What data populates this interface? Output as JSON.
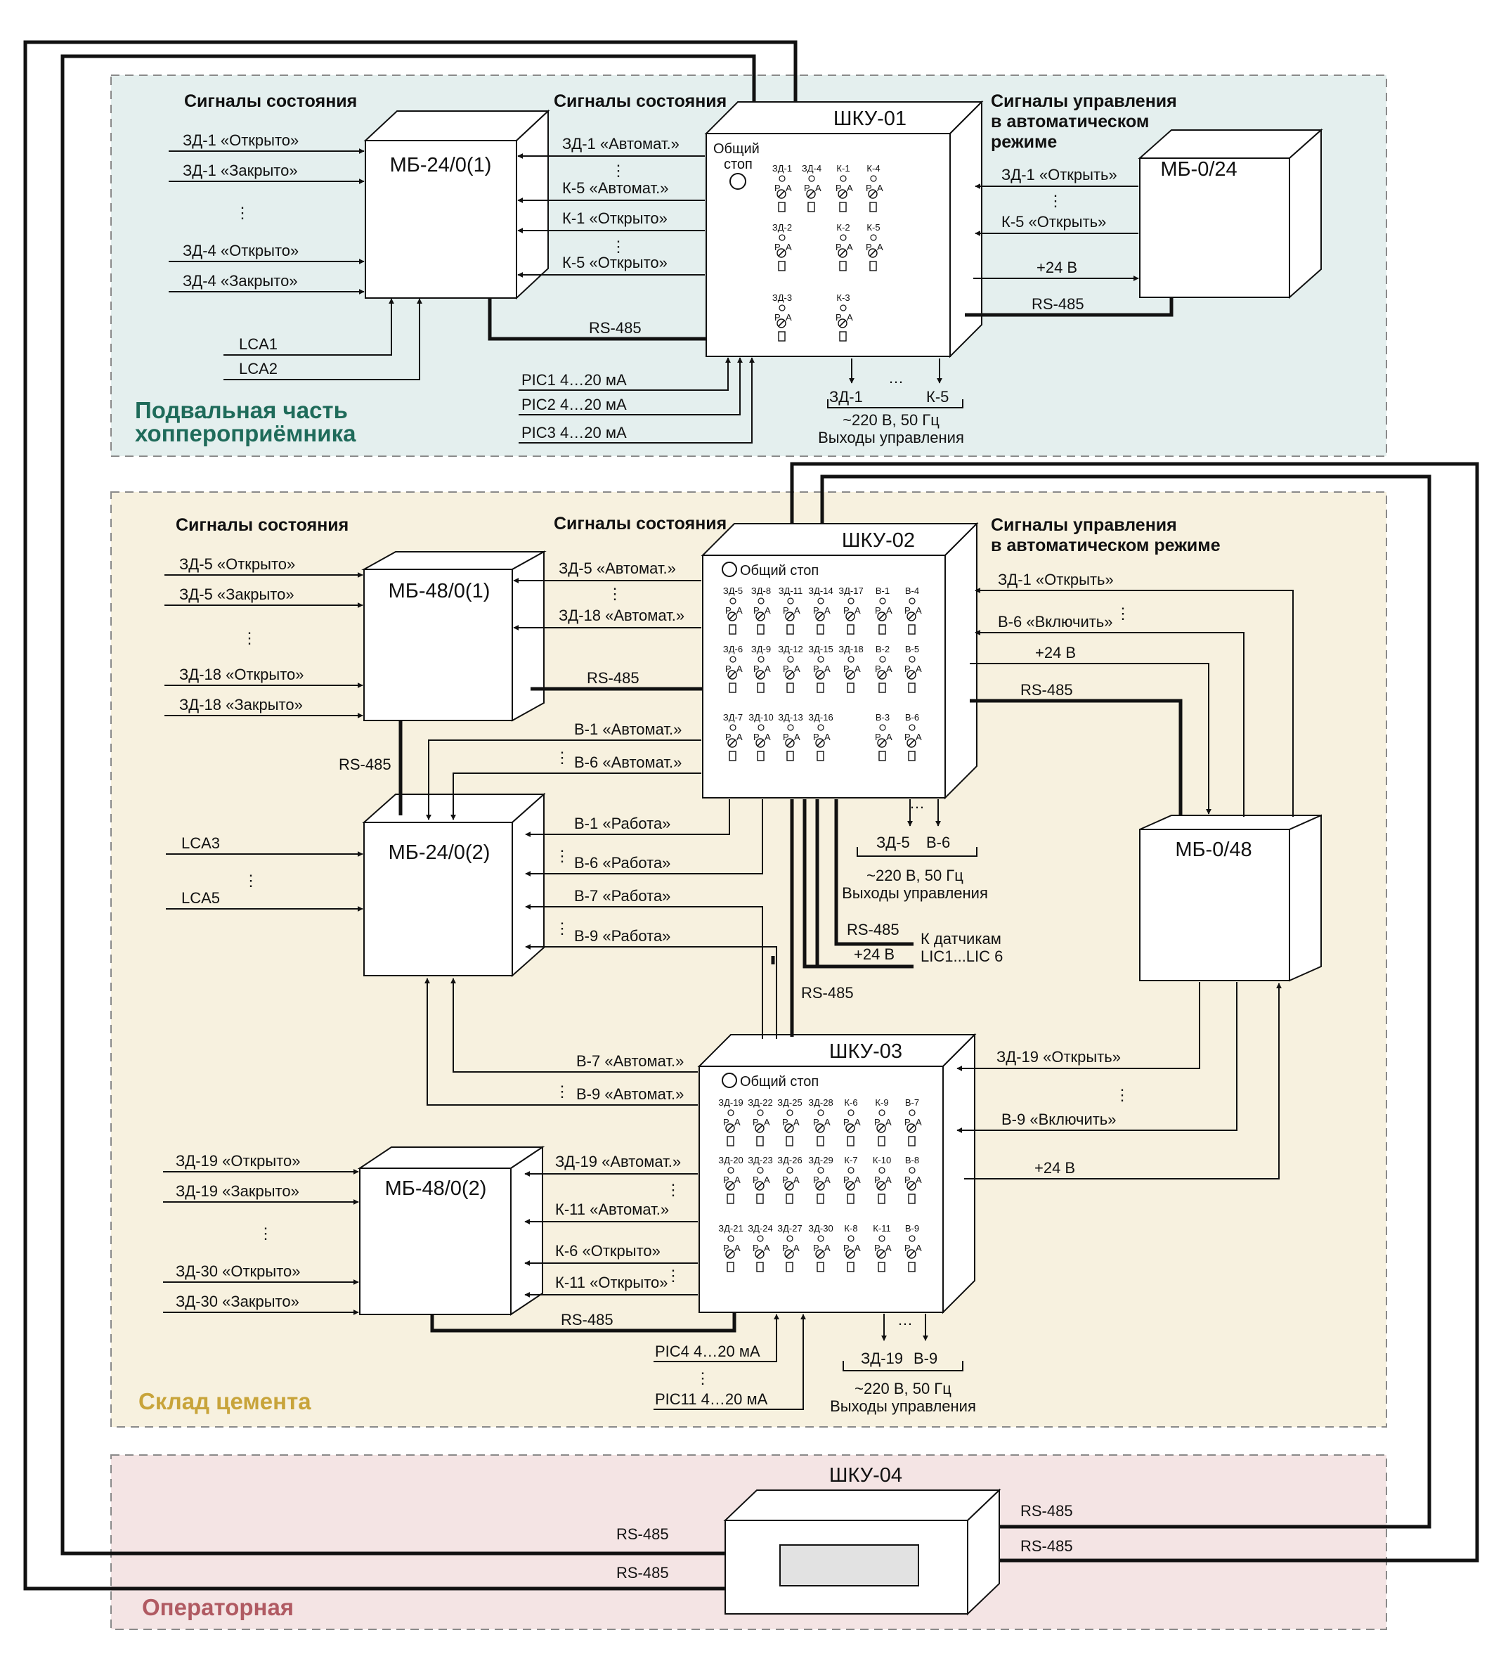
{
  "zones": {
    "basement_title_line1": "Подвальная часть",
    "basement_title_line2": "хоппероприёмника",
    "cement_title": "Склад цемента",
    "operator_title": "Операторная"
  },
  "colors": {
    "basement_bg": "#e4efee",
    "cement_bg": "#f7f1df",
    "operator_bg": "#f4e4e4",
    "basement_title": "#1f6b5a",
    "cement_title": "#c8a43a",
    "operator_title": "#b05a62"
  },
  "blocks": {
    "shku01": "ШКУ-01",
    "shku02": "ШКУ-02",
    "shku03": "ШКУ-03",
    "shku04": "ШКУ-04",
    "mb24_1": "МБ-24/0(1)",
    "mb0_24": "МБ-0/24",
    "mb48_1": "МБ-48/0(1)",
    "mb24_2": "МБ-24/0(2)",
    "mb0_48": "МБ-0/48",
    "mb48_2": "МБ-48/0(2)"
  },
  "headers": {
    "state_signals": "Сигналы состояния",
    "control_signals_line1": "Сигналы управления",
    "control_signals_line2": "в автоматическом",
    "control_signals_line3": "режиме",
    "control_signals_02_line2": "в автоматическом режиме"
  },
  "common": {
    "emergency_stop_line1": "Общий",
    "emergency_stop_line2": "стоп",
    "emergency_stop": "Общий стоп",
    "rs485": "RS-485",
    "plus24": "+24 В",
    "mains": "~220 В, 50 Гц",
    "outputs": "Выходы управления",
    "to_sensors_line1": "К датчикам",
    "to_sensors_line2": "LIC1...LIC  6"
  },
  "shku01": {
    "inputs_left": [
      "ЗД-1 «Открыто»",
      "ЗД-1 «Закрыто»",
      "ЗД-4 «Открыто»",
      "ЗД-4 «Закрыто»"
    ],
    "lca": [
      "LCA1",
      "LCA2"
    ],
    "to_mb": [
      "ЗД-1 «Автомат.»",
      "К-5 «Автомат.»",
      "К-1 «Открыто»",
      "К-5 «Открыто»"
    ],
    "pic": [
      "PIC1 4…20 мА",
      "PIC2 4…20 мА",
      "PIC3 4…20 мА"
    ],
    "from_mb0": [
      "ЗД-1 «Открыть»",
      "К-5 «Открыть»"
    ],
    "outputs": [
      "ЗД-1",
      "К-5"
    ],
    "panel_labels": [
      "ЗД-1",
      "ЗД-4",
      "К-1",
      "К-4",
      "ЗД-2",
      "К-2",
      "К-5",
      "ЗД-3",
      "К-3"
    ]
  },
  "shku02": {
    "inputs_left": [
      "ЗД-5 «Открыто»",
      "ЗД-5 «Закрыто»",
      "ЗД-18 «Открыто»",
      "ЗД-18 «Закрыто»"
    ],
    "to_mb48": [
      "ЗД-5 «Автомат.»",
      "ЗД-18 «Автомат.»"
    ],
    "to_mb24": [
      "В-1 «Автомат.»",
      "В-6 «Автомат.»",
      "В-1 «Работа»",
      "В-6 «Работа»",
      "В-7 «Работа»",
      "В-9 «Работа»"
    ],
    "lca": [
      "LCA3",
      "LCA5"
    ],
    "from_mb0": [
      "ЗД-1 «Открыть»",
      "В-6 «Включить»"
    ],
    "outputs": [
      "ЗД-5",
      "В-6"
    ],
    "panel_labels": [
      "ЗД-5",
      "ЗД-8",
      "ЗД-11",
      "ЗД-14",
      "ЗД-17",
      "В-1",
      "В-4",
      "ЗД-6",
      "ЗД-9",
      "ЗД-12",
      "ЗД-15",
      "ЗД-18",
      "В-2",
      "В-5",
      "ЗД-7",
      "ЗД-10",
      "ЗД-13",
      "ЗД-16",
      "В-3",
      "В-6"
    ]
  },
  "shku03": {
    "to_mb24": [
      "В-7 «Автомат.»",
      "В-9 «Автомат.»"
    ],
    "inputs_left": [
      "ЗД-19 «Открыто»",
      "ЗД-19 «Закрыто»",
      "ЗД-30 «Открыто»",
      "ЗД-30 «Закрыто»"
    ],
    "to_mb48": [
      "ЗД-19 «Автомат.»",
      "К-11 «Автомат.»",
      "К-6 «Открыто»",
      "К-11 «Открыто»"
    ],
    "from_mb0": [
      "ЗД-19 «Открыть»",
      "В-9 «Включить»"
    ],
    "pic": [
      "PIC4 4…20 мА",
      "PIC11 4…20 мА"
    ],
    "outputs": [
      "ЗД-19",
      "В-9"
    ],
    "panel_labels": [
      "ЗД-19",
      "ЗД-22",
      "ЗД-25",
      "ЗД-28",
      "К-6",
      "К-9",
      "В-7",
      "ЗД-20",
      "ЗД-23",
      "ЗД-26",
      "ЗД-29",
      "К-7",
      "К-10",
      "В-8",
      "ЗД-21",
      "ЗД-24",
      "ЗД-27",
      "ЗД-30",
      "К-8",
      "К-11",
      "В-9"
    ]
  }
}
